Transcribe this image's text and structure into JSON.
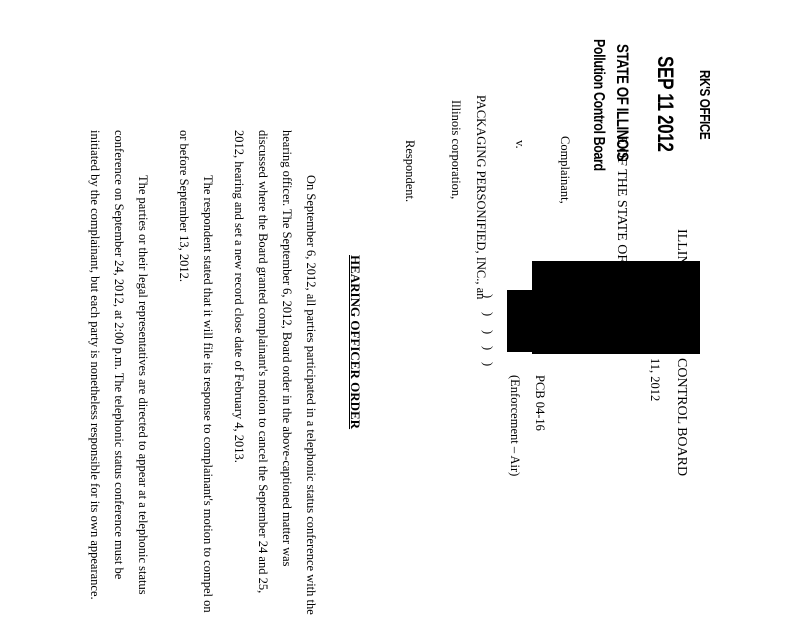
{
  "stamp": {
    "office": "RK'S OFFICE",
    "date": "SEP 11 2012",
    "state": "STATE OF ILLINOIS",
    "board": "Pollution Control Board"
  },
  "caption": {
    "court_left": "ILLIN",
    "court_right": "CONTROL BOARD",
    "date_fragment": "11, 2012",
    "people_fragment": "E OF THE STATE OF I",
    "complainant": "Complainant,",
    "v": "v.",
    "respondent_name": "PACKAGING PERSONIFIED, INC., an",
    "respondent_desc": "Illinois corporation,",
    "respondent": "Respondent.",
    "parens": [
      ")",
      ")",
      ")",
      ")",
      ")"
    ],
    "case_no": "PCB 04-16",
    "case_type": "(Enforcement – Air)"
  },
  "title": "HEARING OFFICER ORDER",
  "paragraphs": [
    [
      "On September 6, 2012, all parties participated in a telephonic status conference with the",
      "hearing officer.  The September 6, 2012, Board order in the above-captioned matter was",
      "discussed where the Board granted complainant's motion to cancel the September 24 and 25,",
      "2012, hearing and set a new record close date of February 4, 2013."
    ],
    [
      "The respondent stated that it will file its response to complainant's motion to compel on",
      "or before September 13, 2012."
    ],
    [
      "The parties or their legal representatives are directed to appear at a telephonic status",
      "conference on September 24, 2012, at 2:00 p.m. The telephonic status conference must be",
      "initiated by the complainant, but each party is nonetheless responsible for its own appearance."
    ]
  ]
}
